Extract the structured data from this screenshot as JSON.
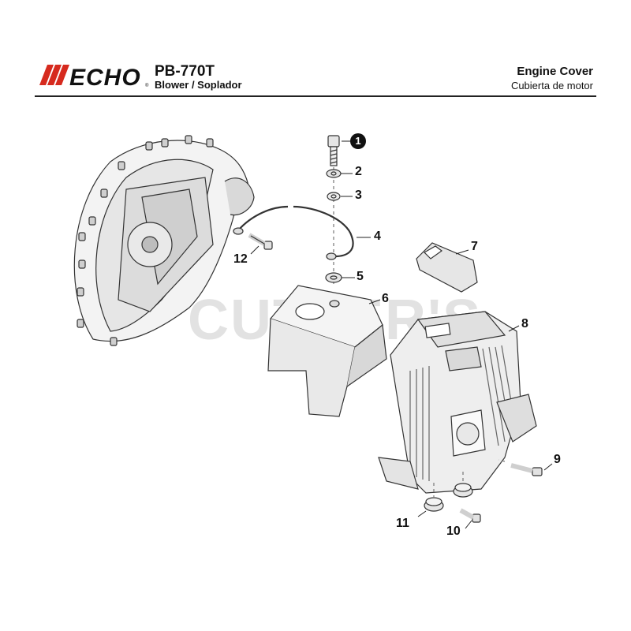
{
  "brand": {
    "logo_text": "ECHO",
    "accent_color": "#d62a1e"
  },
  "header": {
    "model": "PB-770T",
    "subtitle": "Blower / Soplador",
    "section_title": "Engine Cover",
    "section_title_es": "Cubierta de motor"
  },
  "watermark": "CUTLER'S",
  "callouts": [
    "1",
    "2",
    "3",
    "4",
    "5",
    "6",
    "7",
    "8",
    "9",
    "10",
    "11",
    "12"
  ]
}
